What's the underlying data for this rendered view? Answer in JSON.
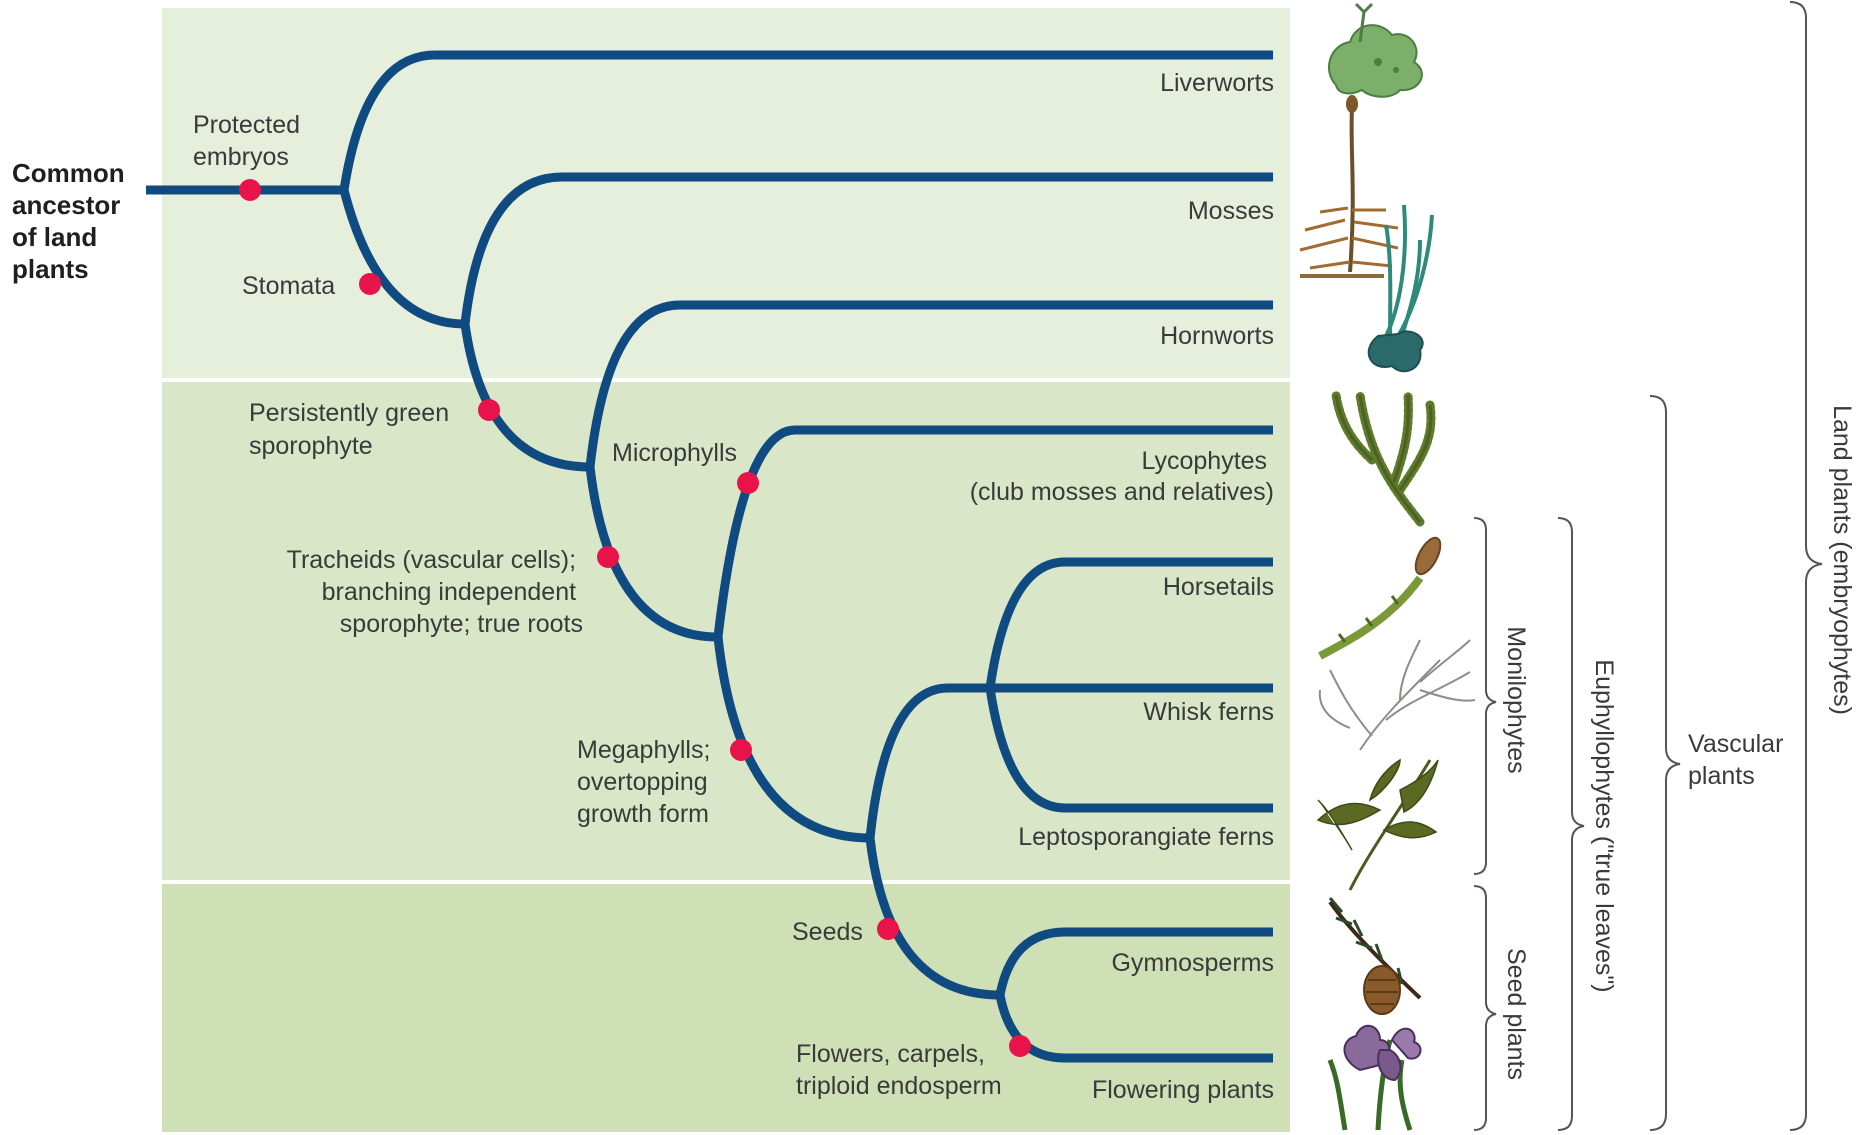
{
  "colors": {
    "band_bryophyte": "#e6efdb",
    "band_vascular": "#d9e6c7",
    "band_seed": "#cfe0b6",
    "branch": "#0f4a80",
    "synapomorphy_dot": "#e8134a"
  },
  "root_label": [
    "Common",
    "ancestor",
    "of land",
    "plants"
  ],
  "taxa": [
    {
      "id": "liverworts",
      "lines": [
        "Liverworts"
      ],
      "icon": "liverwort-icon"
    },
    {
      "id": "mosses",
      "lines": [
        "Mosses"
      ],
      "icon": "moss-icon"
    },
    {
      "id": "hornworts",
      "lines": [
        "Hornworts"
      ],
      "icon": "hornwort-icon"
    },
    {
      "id": "lycophytes",
      "lines": [
        "Lycophytes",
        "(club mosses and relatives)"
      ],
      "icon": "club-moss-icon"
    },
    {
      "id": "horsetails",
      "lines": [
        "Horsetails"
      ],
      "icon": "horsetail-icon"
    },
    {
      "id": "whisk-ferns",
      "lines": [
        "Whisk ferns"
      ],
      "icon": "whisk-fern-icon"
    },
    {
      "id": "leptosporangiate-ferns",
      "lines": [
        "Leptosporangiate ferns"
      ],
      "icon": "fern-icon"
    },
    {
      "id": "gymnosperms",
      "lines": [
        "Gymnosperms"
      ],
      "icon": "pine-cone-icon"
    },
    {
      "id": "flowering-plants",
      "lines": [
        "Flowering plants"
      ],
      "icon": "iris-flower-icon"
    }
  ],
  "traits": [
    {
      "id": "protected-embryos",
      "lines": [
        "Protected",
        "embryos"
      ]
    },
    {
      "id": "stomata",
      "lines": [
        "Stomata"
      ]
    },
    {
      "id": "persistently-green-sporophyte",
      "lines": [
        "Persistently green",
        "sporophyte"
      ]
    },
    {
      "id": "microphylls",
      "lines": [
        "Microphylls"
      ]
    },
    {
      "id": "tracheids",
      "lines": [
        "Tracheids (vascular cells);",
        "branching independent",
        "sporophyte; true roots"
      ]
    },
    {
      "id": "megaphylls",
      "lines": [
        "Megaphylls;",
        "overtopping",
        "growth form"
      ]
    },
    {
      "id": "seeds",
      "lines": [
        "Seeds"
      ]
    },
    {
      "id": "flowers",
      "lines": [
        "Flowers, carpels,",
        "triploid endosperm"
      ]
    }
  ],
  "groups": [
    {
      "id": "monilophytes",
      "label": "Monilophytes"
    },
    {
      "id": "seed-plants",
      "label": "Seed plants"
    },
    {
      "id": "euphyllophytes",
      "label": "Euphyllophytes (\"true leaves\")"
    },
    {
      "id": "vascular-plants",
      "lines": [
        "Vascular",
        "plants"
      ]
    },
    {
      "id": "land-plants",
      "label": "Land plants (embryophytes)"
    }
  ]
}
